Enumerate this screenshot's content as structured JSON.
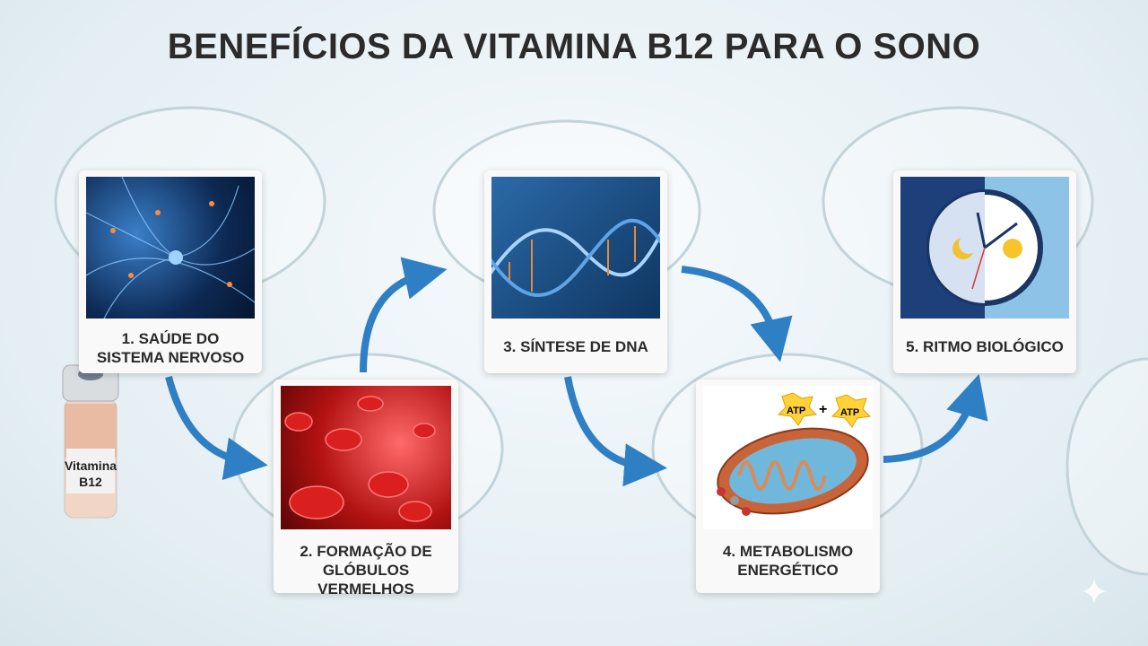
{
  "title": "BENEFÍCIOS DA VITAMINA B12 PARA O SONO",
  "vial": {
    "label_line1": "Vitamina",
    "label_line2": "B12"
  },
  "steps": [
    {
      "line1": "1. SAÚDE DO",
      "line2": "SISTEMA NERVOSO",
      "image": "neurons"
    },
    {
      "line1": "2. FORMAÇÃO DE",
      "line2": "GLÓBULOS VERMELHOS",
      "image": "red-blood-cells"
    },
    {
      "line1": "3. SÍNTESE DE DNA",
      "image": "dna-helix"
    },
    {
      "line1": "4. METABOLISMO",
      "line2": "ENERGÉTICO",
      "image": "mitochondria",
      "atp1": "ATP",
      "plus": "+",
      "atp2": "ATP"
    },
    {
      "line1": "5. RITMO BIOLÓGICO",
      "image": "day-night-clock"
    }
  ],
  "colors": {
    "arrow": "#2f7fc4",
    "title": "#2b2b2b"
  }
}
